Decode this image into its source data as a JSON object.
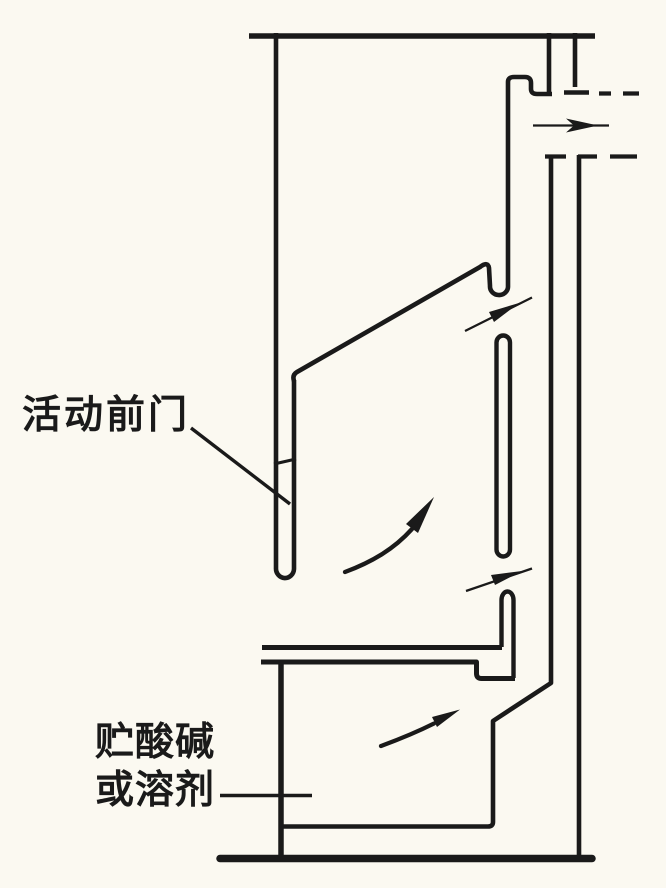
{
  "figure": {
    "paper_color": "#fbf9f1",
    "ink_color": "#1a1a1a",
    "labels": {
      "front_door": "活动前门",
      "storage_line1": "贮酸碱",
      "storage_line2": "或溶剂"
    }
  }
}
